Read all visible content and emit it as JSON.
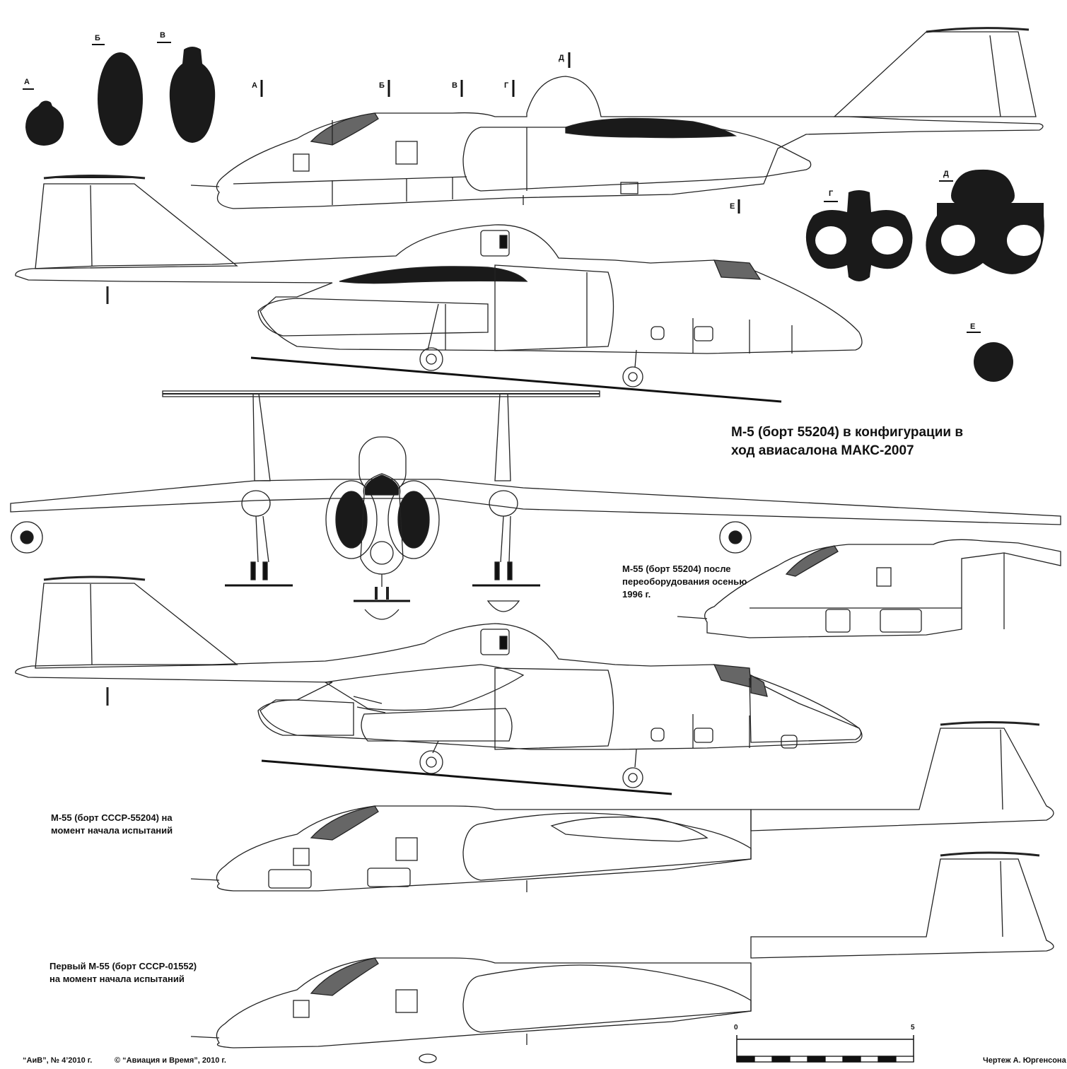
{
  "sections": {
    "A": "А",
    "B": "Б",
    "V": "В",
    "G": "Г",
    "D": "Д",
    "E": "Е"
  },
  "captions": {
    "maks_line1": "М-5 (борт 55204) в конфигурации в",
    "maks_line2": "ход авиасалона МАКС-2007",
    "after_1996_line1": "М-55 (борт 55204) после",
    "after_1996_line2": "переоборудования осенью",
    "after_1996_line3": "1996 г.",
    "start_55204_line1": "М-55 (борт СССР-55204) на",
    "start_55204_line2": "момент начала испытаний",
    "first_01552_line1": "Первый М-55 (борт СССР-01552)",
    "first_01552_line2": "на момент начала испытаний"
  },
  "footer": {
    "journal": "“АиВ”, № 4’2010 г.",
    "copyright": "© “Авиация и Время”, 2010 г.",
    "author": "Чертеж А. Юргенсона"
  },
  "scale": {
    "min": "0",
    "max": "5"
  },
  "colors": {
    "ink": "#111111",
    "fill": "#1a1a1a",
    "paper": "#ffffff"
  }
}
